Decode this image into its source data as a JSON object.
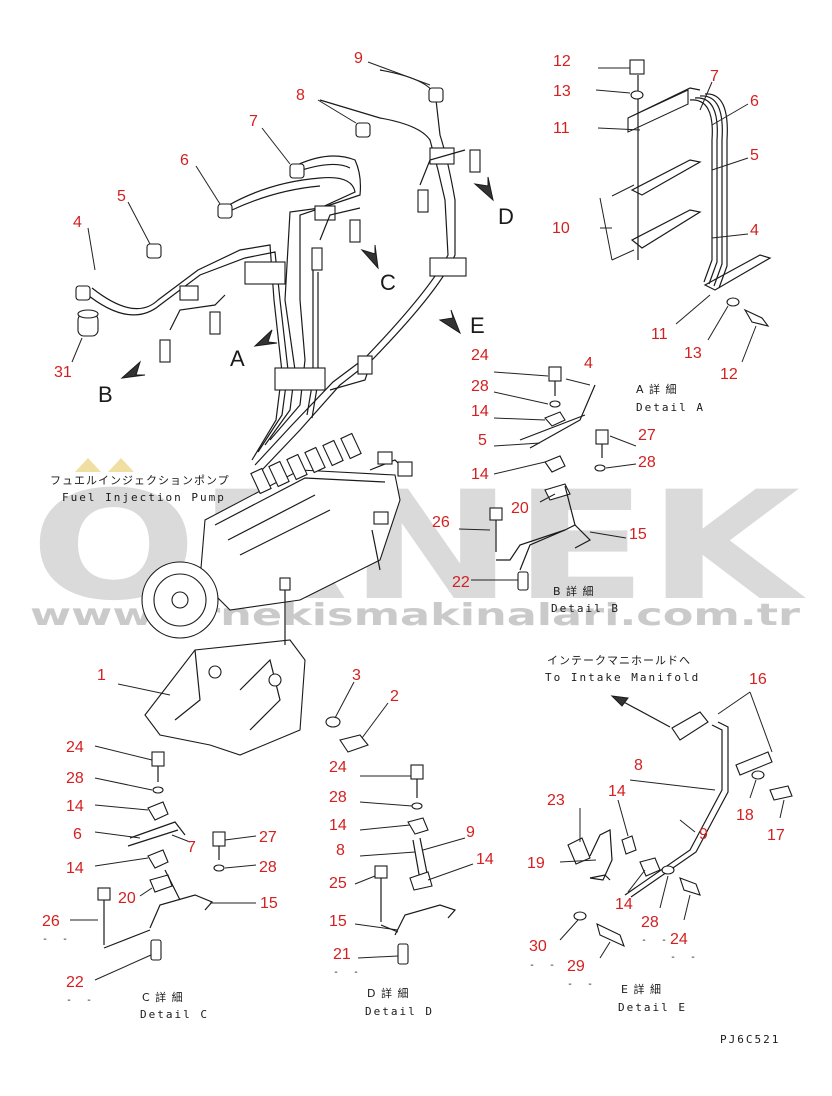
{
  "watermark": {
    "brand": "ORNEK",
    "url": "www.ornekismakinalari.com.tr",
    "color": "#bdbdbd"
  },
  "callout_color": "#d42020",
  "labels": {
    "pump_jp": "フュエルインジェクションポンプ",
    "pump_en": "Fuel Injection Pump",
    "intake_jp": "インテークマニホールドへ",
    "intake_en": "To Intake Manifold",
    "drawing_code": "PJ6C521"
  },
  "views": {
    "A": "A",
    "B": "B",
    "C": "C",
    "D": "D",
    "E": "E"
  },
  "details": {
    "A": {
      "jp": "A 詳 細",
      "en": "Detail A"
    },
    "B": {
      "jp": "B 詳 細",
      "en": "Detail B"
    },
    "C": {
      "jp": "C 詳 細",
      "en": "Detail C"
    },
    "D": {
      "jp": "D 詳 細",
      "en": "Detail D"
    },
    "E": {
      "jp": "E 詳 細",
      "en": "Detail E"
    }
  },
  "dash_mark": "- -",
  "main_callouts": {
    "p9": "9",
    "p8": "8",
    "p7": "7",
    "p6": "6",
    "p5": "5",
    "p4": "4",
    "p31": "31",
    "p1": "1",
    "p3": "3",
    "p2": "2"
  },
  "detail_a_callouts": {
    "p12a": "12",
    "p13a": "13",
    "p11a": "11",
    "p10": "10",
    "p7": "7",
    "p6": "6",
    "p5": "5",
    "p4": "4",
    "p11b": "11",
    "p13b": "13",
    "p12b": "12"
  },
  "detail_b_callouts": {
    "p24": "24",
    "p28a": "28",
    "p14a": "14",
    "p5": "5",
    "p14b": "14",
    "p4": "4",
    "p27": "27",
    "p28b": "28",
    "p20": "20",
    "p26": "26",
    "p15": "15",
    "p22": "22"
  },
  "detail_c_callouts": {
    "p24": "24",
    "p28a": "28",
    "p14a": "14",
    "p6": "6",
    "p7": "7",
    "p14b": "14",
    "p27": "27",
    "p28b": "28",
    "p20": "20",
    "p15": "15",
    "p26": "26",
    "p22": "22"
  },
  "detail_d_callouts": {
    "p24": "24",
    "p28": "28",
    "p14a": "14",
    "p8": "8",
    "p9": "9",
    "p14b": "14",
    "p25": "25",
    "p15": "15",
    "p21": "21"
  },
  "detail_e_callouts": {
    "p16": "16",
    "p8": "8",
    "p23": "23",
    "p14a": "14",
    "p18": "18",
    "p17": "17",
    "p9": "9",
    "p19": "19",
    "p14b": "14",
    "p28": "28",
    "p24": "24",
    "p30": "30",
    "p29": "29"
  }
}
